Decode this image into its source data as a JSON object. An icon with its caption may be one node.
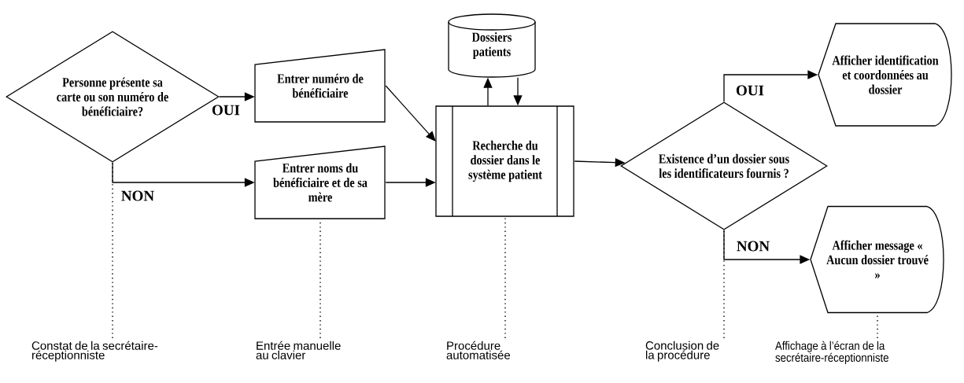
{
  "diagram": {
    "nodes": [
      {
        "text": [
          "Personne présente sa carte ou son numéro de bénéficiaire?"
        ]
      },
      {
        "text": [
          "Entrer numéro de bénéficiaire"
        ]
      },
      {
        "text": [
          "Entrer noms du bénéficiaire et de sa mère"
        ]
      },
      {
        "text": [
          "Dossiers patients"
        ]
      },
      {
        "text": [
          "Recherche du dossier dans le système patient"
        ]
      },
      {
        "text": [
          "Existence d’un dossier sous les identificateurs fournis ?"
        ]
      },
      {
        "text": [
          "Afficher identification et coordonnées au dossier"
        ]
      },
      {
        "text": [
          "Afficher message « Aucun dossier trouvé »"
        ]
      },
      {
        "text": [
          "Constat de la secrétaire-réceptionniste"
        ]
      },
      {
        "text": [
          "Entrée manuelle au clavier"
        ]
      },
      {
        "text": [
          "Procédure automatisée"
        ]
      },
      {
        "text": [
          "Conclusion de la procédure"
        ]
      },
      {
        "text": [
          "Affichage à l’écran de la secrétaire-réceptionniste"
        ]
      }
    ],
    "edges": [
      {
        "from": 0,
        "to": 1,
        "arrow": "to",
        "label": "OUI"
      },
      {
        "from": 0,
        "to": 2,
        "arrow": "to",
        "label": "NON"
      },
      {
        "from": 1,
        "to": 4,
        "arrow": "to"
      },
      {
        "from": 2,
        "to": 4,
        "arrow": "to"
      },
      {
        "from": 4,
        "to": 3,
        "arrow": "to"
      },
      {
        "from": 3,
        "to": 4,
        "arrow": "to"
      },
      {
        "from": 4,
        "to": 5,
        "arrow": "to"
      },
      {
        "from": 5,
        "to": 6,
        "arrow": "to",
        "label": "OUI"
      },
      {
        "from": 5,
        "to": 7,
        "arrow": "to",
        "label": "NON"
      },
      {
        "from": 8,
        "to": 0,
        "arrow": "none",
        "style": "dashed"
      },
      {
        "from": 9,
        "to": 2,
        "arrow": "none",
        "style": "dashed"
      },
      {
        "from": 10,
        "to": 4,
        "arrow": "none",
        "style": "dashed"
      },
      {
        "from": 11,
        "to": 5,
        "arrow": "none",
        "style": "dashed"
      },
      {
        "from": 12,
        "to": 7,
        "arrow": "none",
        "style": "dashed"
      }
    ]
  }
}
